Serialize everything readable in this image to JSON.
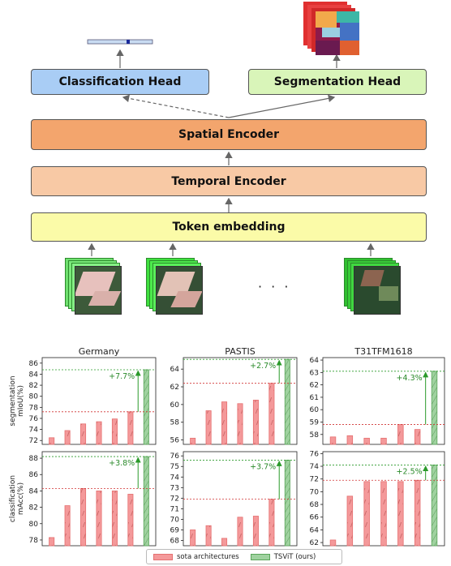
{
  "diagram": {
    "classification_head": "Classification Head",
    "segmentation_head": "Segmentation Head",
    "spatial_encoder": "Spatial Encoder",
    "temporal_encoder": "Temporal Encoder",
    "token_embedding": "Token embedding",
    "ellipsis": "· · ·",
    "colors": {
      "classification_head": "#a9cdf5",
      "segmentation_head": "#d9f5b9",
      "spatial_encoder": "#f3a56d",
      "temporal_encoder": "#f8c9a5",
      "token_embedding": "#fbfba8"
    }
  },
  "legend": {
    "sota": "sota architectures",
    "tsvit": "TSViT (ours)"
  },
  "chart_data": [
    {
      "type": "bar",
      "row": "segmentation",
      "title": "Germany",
      "ylabel": "segmentation\nmIoU(%)",
      "yticks": [
        72,
        74,
        76,
        78,
        80,
        82,
        84,
        86
      ],
      "ylim": [
        71.3,
        87
      ],
      "values": [
        72.5,
        73.8,
        75.0,
        75.4,
        75.9,
        77.2,
        84.8
      ],
      "sota_line": 77.2,
      "tsvit_line": 84.8,
      "annotation": "+7.7%"
    },
    {
      "type": "bar",
      "row": "segmentation",
      "title": "PASTIS",
      "ylabel": "",
      "yticks": [
        56,
        58,
        60,
        62,
        64
      ],
      "ylim": [
        55.5,
        65.3
      ],
      "values": [
        56.2,
        59.3,
        60.3,
        60.1,
        60.5,
        62.4,
        65.1
      ],
      "sota_line": 62.4,
      "tsvit_line": 65.1,
      "annotation": "+2.7%"
    },
    {
      "type": "bar",
      "row": "segmentation",
      "title": "T31TFM1618",
      "ylabel": "",
      "yticks": [
        58,
        59,
        60,
        61,
        62,
        63,
        64
      ],
      "ylim": [
        57.2,
        64.2
      ],
      "values": [
        57.8,
        57.9,
        57.7,
        57.7,
        58.8,
        58.4,
        63.1
      ],
      "sota_line": 58.8,
      "tsvit_line": 63.1,
      "annotation": "+4.3%"
    },
    {
      "type": "bar",
      "row": "classification",
      "title": "",
      "ylabel": "classification\nmAcc(%)",
      "yticks": [
        78,
        80,
        82,
        84,
        86,
        88
      ],
      "ylim": [
        77.3,
        88.8
      ],
      "values": [
        78.3,
        82.2,
        84.3,
        84.0,
        84.0,
        83.6,
        88.2
      ],
      "sota_line": 84.3,
      "tsvit_line": 88.2,
      "annotation": "+3.8%"
    },
    {
      "type": "bar",
      "row": "classification",
      "title": "",
      "ylabel": "",
      "yticks": [
        68,
        69,
        70,
        71,
        72,
        73,
        74,
        75,
        76
      ],
      "ylim": [
        67.5,
        76.4
      ],
      "values": [
        69.0,
        69.4,
        68.2,
        70.2,
        70.3,
        71.9,
        75.6
      ],
      "sota_line": 71.9,
      "tsvit_line": 75.6,
      "annotation": "+3.7%"
    },
    {
      "type": "bar",
      "row": "classification",
      "title": "",
      "ylabel": "",
      "yticks": [
        62,
        64,
        66,
        68,
        70,
        72,
        74,
        76
      ],
      "ylim": [
        61.5,
        76.3
      ],
      "values": [
        62.4,
        69.3,
        71.6,
        71.6,
        71.6,
        71.8,
        74.2
      ],
      "sota_line": 71.8,
      "tsvit_line": 74.2,
      "annotation": "+2.5%"
    }
  ]
}
